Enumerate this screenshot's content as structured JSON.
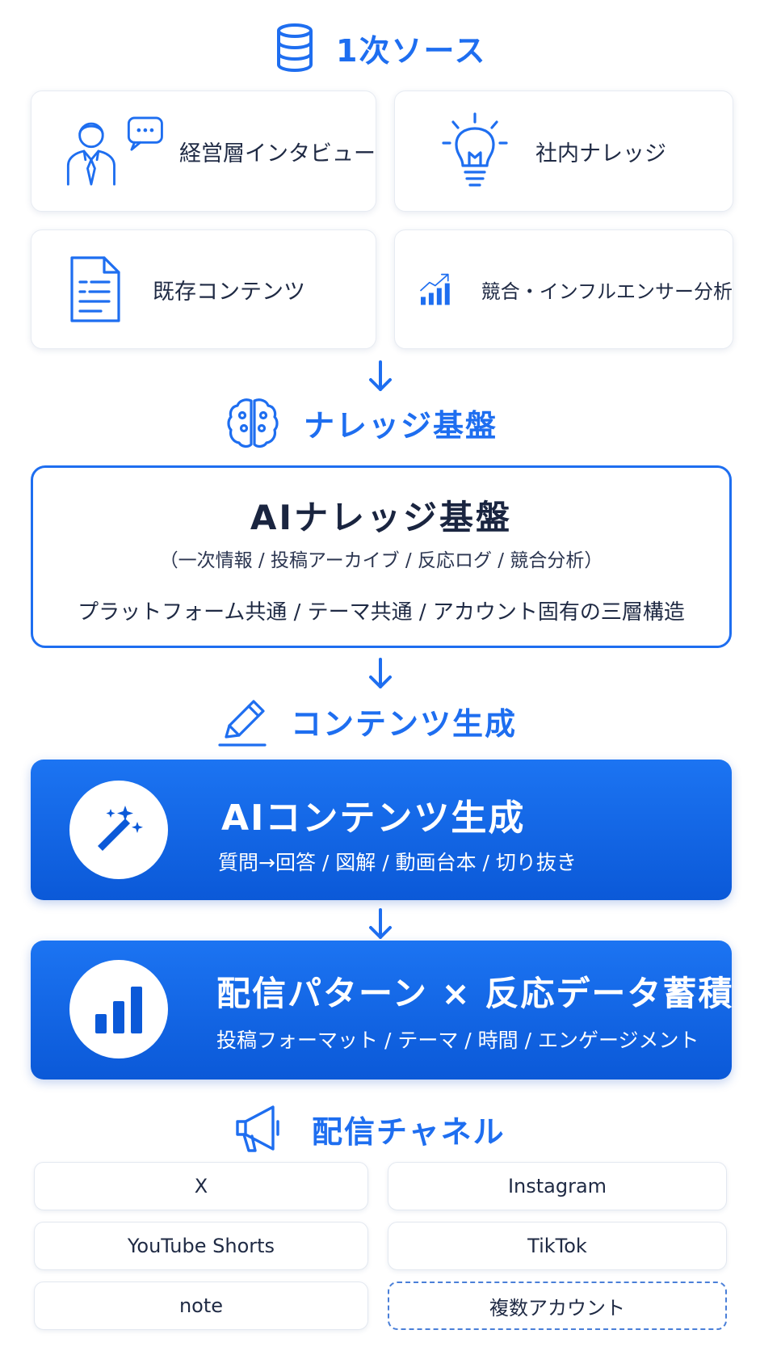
{
  "colors": {
    "accent": "#1e6ef0",
    "card_gradient_top": "#1c74f2",
    "card_gradient_bottom": "#0b59d8",
    "text_dark": "#1f2a44"
  },
  "sources": {
    "title": "1次ソース",
    "icon": "database-icon",
    "items": [
      {
        "label": "経営層インタビュー",
        "icon": "executive-speech-icon"
      },
      {
        "label": "社内ナレッジ",
        "icon": "lightbulb-icon"
      },
      {
        "label": "既存コンテンツ",
        "icon": "document-icon"
      },
      {
        "label": "競合・インフルエンサー分析",
        "icon": "growth-chart-icon"
      }
    ]
  },
  "knowledge": {
    "title": "ナレッジ基盤",
    "icon": "brain-icon",
    "box_title": "AIナレッジ基盤",
    "box_sub": "（一次情報 / 投稿アーカイブ / 反応ログ / 競合分析）",
    "box_structure": "プラットフォーム共通 / テーマ共通 / アカウント固有の三層構造"
  },
  "content_gen": {
    "title": "コンテンツ生成",
    "icon": "pencil-icon",
    "card_title": "AIコンテンツ生成",
    "card_sub": "質問→回答 / 図解 / 動画台本 / 切り抜き",
    "card_icon": "magic-wand-icon"
  },
  "distribution_pattern": {
    "title": "配信パターン × 反応データ蓄積",
    "sub": "投稿フォーマット / テーマ / 時間 / エンゲージメント",
    "icon": "bar-chart-icon"
  },
  "channels": {
    "title": "配信チャネル",
    "icon": "megaphone-icon",
    "items": [
      "X",
      "Instagram",
      "YouTube Shorts",
      "TikTok",
      "note",
      "複数アカウント"
    ]
  }
}
